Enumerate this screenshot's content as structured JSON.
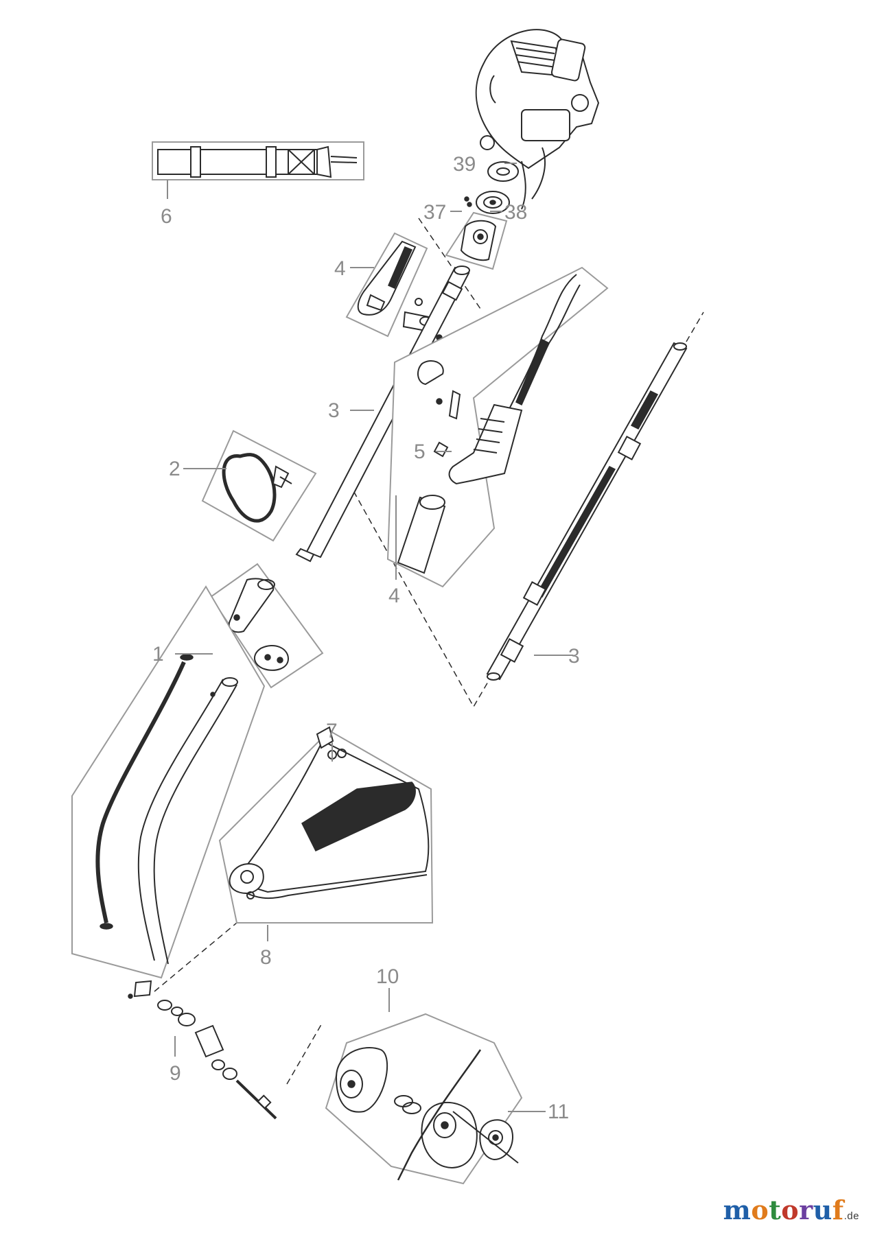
{
  "diagram": {
    "labels": {
      "p1": "1",
      "p2": "2",
      "p3a": "3",
      "p3b": "3",
      "p4a": "4",
      "p4b": "4",
      "p5": "5",
      "p6": "6",
      "p7": "7",
      "p8": "8",
      "p9": "9",
      "p10": "10",
      "p11": "11",
      "p37": "37",
      "p38": "38",
      "p39": "39"
    }
  },
  "watermark": {
    "letters": [
      "m",
      "o",
      "t",
      "o",
      "r",
      "u",
      "f"
    ],
    "suffix": ".de",
    "colors": [
      "#1f5fa8",
      "#e07b1c",
      "#2e8b3e",
      "#c0392b",
      "#6b3fa0",
      "#1f5fa8",
      "#e07b1c"
    ]
  }
}
